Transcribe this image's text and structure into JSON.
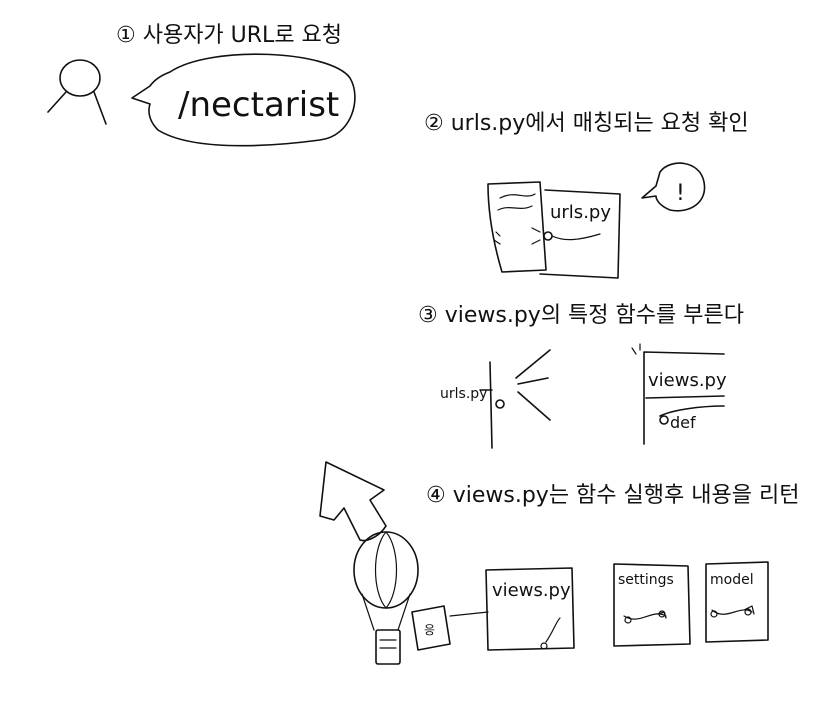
{
  "steps": {
    "step1": {
      "label": "① 사용자가 URL로 요청",
      "speech": "/nectarist"
    },
    "step2": {
      "label": "② urls.py에서 매칭되는 요청 확인",
      "doc": "urls.py",
      "bubble": "!"
    },
    "step3": {
      "label": "③ views.py의 특정 함수를 부른다",
      "left_doc": "urls.py",
      "right_doc": "views.py",
      "def": "def"
    },
    "step4": {
      "label": "④ views.py는 함수 실행후 내용을 리턴",
      "views": "views.py",
      "settings": "settings",
      "model": "model",
      "small_box": "응"
    }
  },
  "colors": {
    "ink": "#111111",
    "background": "#ffffff"
  }
}
